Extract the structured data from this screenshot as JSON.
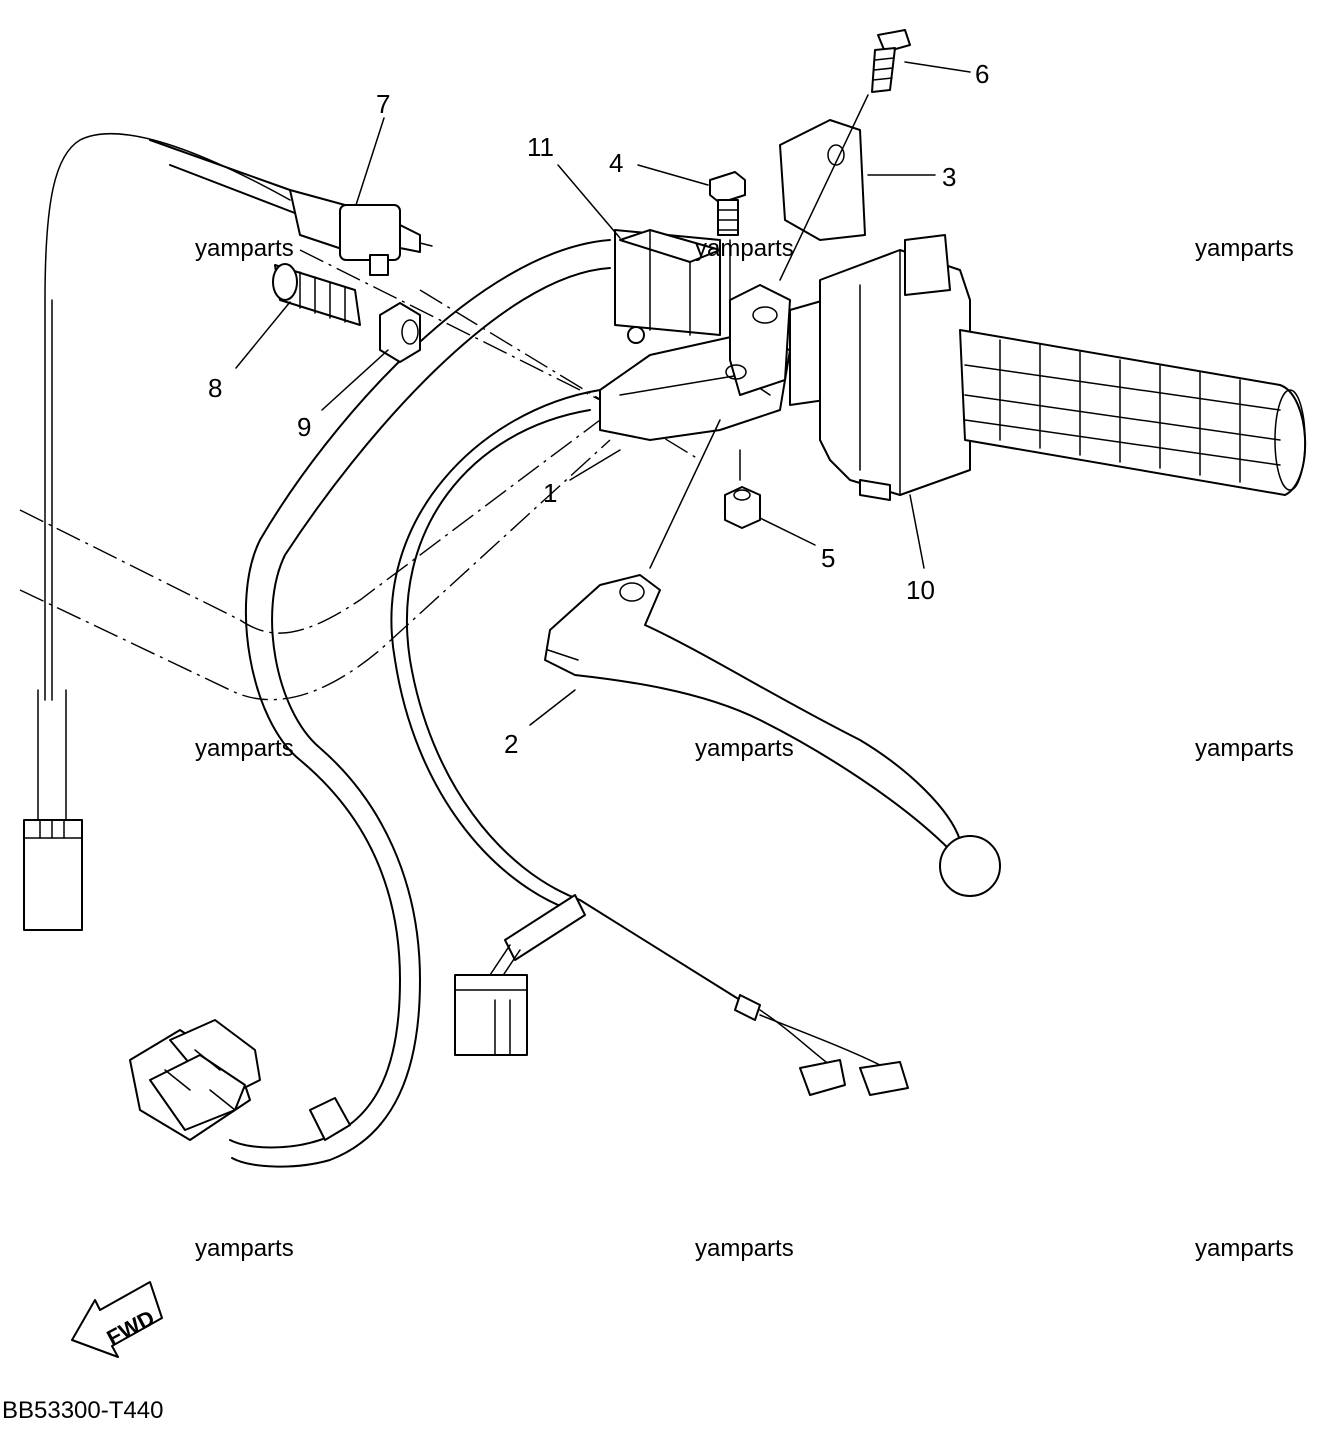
{
  "diagram": {
    "drawing_code": "BB53300-T440",
    "direction_badge": "FWD",
    "watermark": "yamparts",
    "callouts": [
      {
        "id": "1",
        "label": "1"
      },
      {
        "id": "2",
        "label": "2"
      },
      {
        "id": "3",
        "label": "3"
      },
      {
        "id": "4",
        "label": "4"
      },
      {
        "id": "5",
        "label": "5"
      },
      {
        "id": "6",
        "label": "6"
      },
      {
        "id": "7",
        "label": "7"
      },
      {
        "id": "8",
        "label": "8"
      },
      {
        "id": "9",
        "label": "9"
      },
      {
        "id": "10",
        "label": "10"
      },
      {
        "id": "11",
        "label": "11"
      }
    ]
  }
}
